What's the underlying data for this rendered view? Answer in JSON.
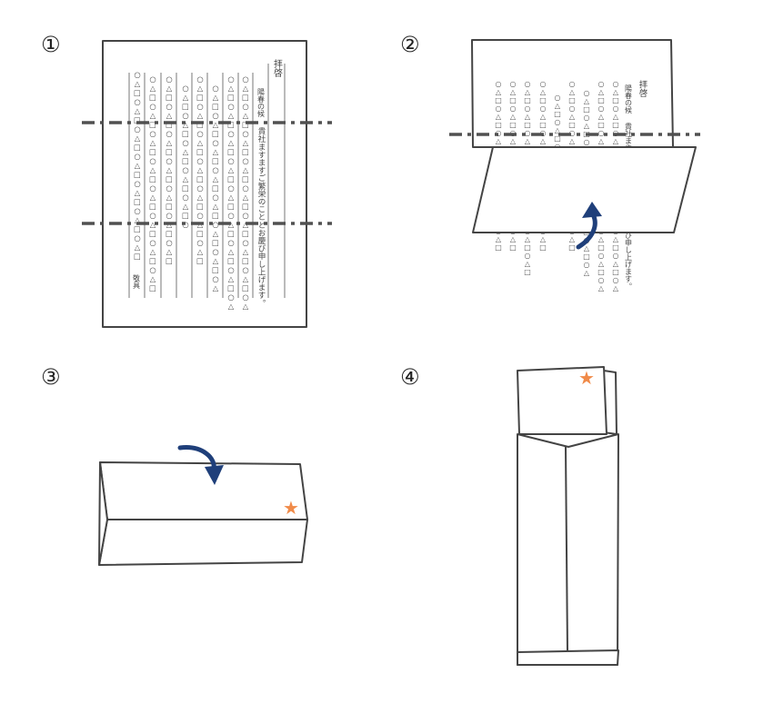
{
  "steps": [
    {
      "number": "①"
    },
    {
      "number": "②"
    },
    {
      "number": "③"
    },
    {
      "number": "④"
    }
  ],
  "letter": {
    "salutation": "拝啓",
    "season_line": "陽春の候",
    "greeting_line": "貴社ますますご繁栄のこととお慶び申し上げます。",
    "closing": "敬具",
    "placeholder_col_a": "○△□○△□○△□○△□○△□○△□○△□",
    "placeholder_col_b": "○△□○△□○△□○△□○△□○△□○△□○△□",
    "placeholder_col_c": "○△□○△□○△□○△□○△□○△□○△□○△",
    "placeholder_col_d": "○△□○△□○△□○△□○△□○△□○△□○△□○△",
    "placeholder_col_e": "○△□○△□○△□○△□○△□○"
  },
  "colors": {
    "arrow": "#1f3f7a",
    "star": "#f08a48",
    "line": "#444444",
    "fold_line": "#505050"
  },
  "icons": {
    "fold_arrow": "curved-arrow-icon",
    "mark": "star-icon"
  }
}
